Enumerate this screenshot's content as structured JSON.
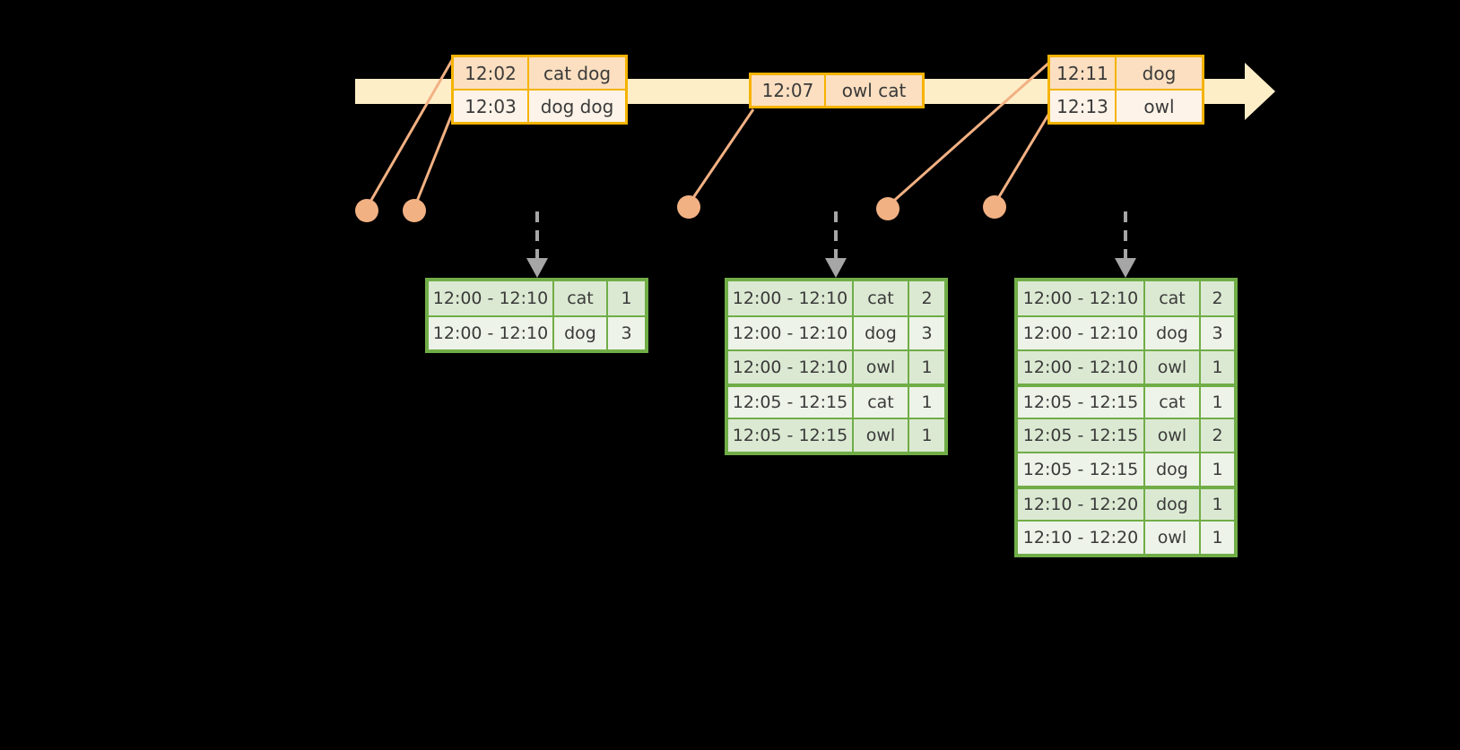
{
  "diagram": {
    "title": "sliding-window-event-aggregation",
    "colors": {
      "timeline_fill": "#fdeec8",
      "event_border": "#f5b301",
      "event_fill": "#fdf2e4",
      "event_shade": "#fbdfc0",
      "connector": "#f2b183",
      "table_border": "#70ad47",
      "table_row_a": "#dbe9d2",
      "table_row_b": "#edf3e8",
      "arrow": "#a6a6a6",
      "background": "#000000"
    }
  },
  "timeline": {
    "name": "event-stream-timeline",
    "arrow_direction": "right"
  },
  "events": [
    {
      "id": "event-group-1",
      "rows": [
        {
          "time": "12:02",
          "value": "cat dog"
        },
        {
          "time": "12:03",
          "value": "dog dog"
        }
      ]
    },
    {
      "id": "event-group-2",
      "rows": [
        {
          "time": "12:07",
          "value": "owl cat"
        }
      ]
    },
    {
      "id": "event-group-3",
      "rows": [
        {
          "time": "12:11",
          "value": "dog"
        },
        {
          "time": "12:13",
          "value": "owl"
        }
      ]
    }
  ],
  "tables": [
    {
      "id": "result-table-1",
      "rows": [
        {
          "window": "12:00 - 12:10",
          "key": "cat",
          "count": "1",
          "group": 0
        },
        {
          "window": "12:00 - 12:10",
          "key": "dog",
          "count": "3",
          "group": 0
        }
      ]
    },
    {
      "id": "result-table-2",
      "rows": [
        {
          "window": "12:00 - 12:10",
          "key": "cat",
          "count": "2",
          "group": 0
        },
        {
          "window": "12:00 - 12:10",
          "key": "dog",
          "count": "3",
          "group": 0
        },
        {
          "window": "12:00 - 12:10",
          "key": "owl",
          "count": "1",
          "group": 0
        },
        {
          "window": "12:05 - 12:15",
          "key": "cat",
          "count": "1",
          "group": 1
        },
        {
          "window": "12:05 - 12:15",
          "key": "owl",
          "count": "1",
          "group": 1
        }
      ]
    },
    {
      "id": "result-table-3",
      "rows": [
        {
          "window": "12:00 - 12:10",
          "key": "cat",
          "count": "2",
          "group": 0
        },
        {
          "window": "12:00 - 12:10",
          "key": "dog",
          "count": "3",
          "group": 0
        },
        {
          "window": "12:00 - 12:10",
          "key": "owl",
          "count": "1",
          "group": 0
        },
        {
          "window": "12:05 - 12:15",
          "key": "cat",
          "count": "1",
          "group": 1
        },
        {
          "window": "12:05 - 12:15",
          "key": "owl",
          "count": "2",
          "group": 1
        },
        {
          "window": "12:05 - 12:15",
          "key": "dog",
          "count": "1",
          "group": 1
        },
        {
          "window": "12:10 - 12:20",
          "key": "dog",
          "count": "1",
          "group": 2
        },
        {
          "window": "12:10 - 12:20",
          "key": "owl",
          "count": "1",
          "group": 2
        }
      ]
    }
  ]
}
